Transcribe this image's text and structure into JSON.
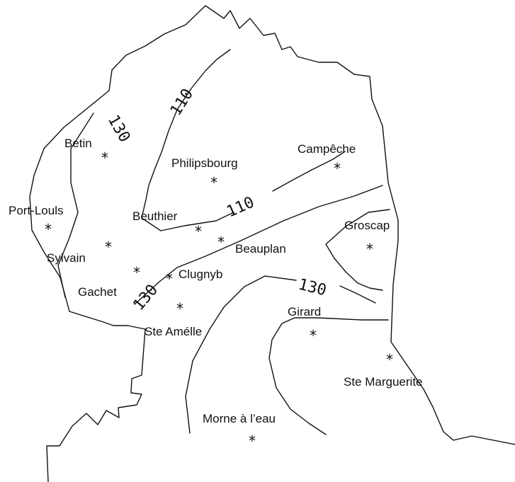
{
  "places": [
    {
      "id": "betin",
      "name": "Betin"
    },
    {
      "id": "port-louis",
      "name": "Port-Louls"
    },
    {
      "id": "sylvain",
      "name": "Sylvain"
    },
    {
      "id": "gachet",
      "name": "Gachet"
    },
    {
      "id": "philipsbourg",
      "name": "Philipsbourg"
    },
    {
      "id": "campeche",
      "name": "Campêche"
    },
    {
      "id": "beuthier",
      "name": "Beuthier"
    },
    {
      "id": "beauplan",
      "name": "Beauplan"
    },
    {
      "id": "clugnyb",
      "name": "Clugnyb"
    },
    {
      "id": "ste-amelie",
      "name": "Ste Amélle"
    },
    {
      "id": "groscap",
      "name": "Groscap"
    },
    {
      "id": "girard",
      "name": "Girard"
    },
    {
      "id": "ste-marguerite",
      "name": "Ste Marguerite"
    },
    {
      "id": "morne-a-leau",
      "name": "Morne à l’eau"
    }
  ],
  "marker_symbol": "*",
  "contour_labels": [
    {
      "id": "c110-north",
      "value": "110"
    },
    {
      "id": "c130-west",
      "value": "130"
    },
    {
      "id": "c110-center",
      "value": "110"
    },
    {
      "id": "c130-south",
      "value": "130"
    },
    {
      "id": "c130-east",
      "value": "130"
    }
  ]
}
